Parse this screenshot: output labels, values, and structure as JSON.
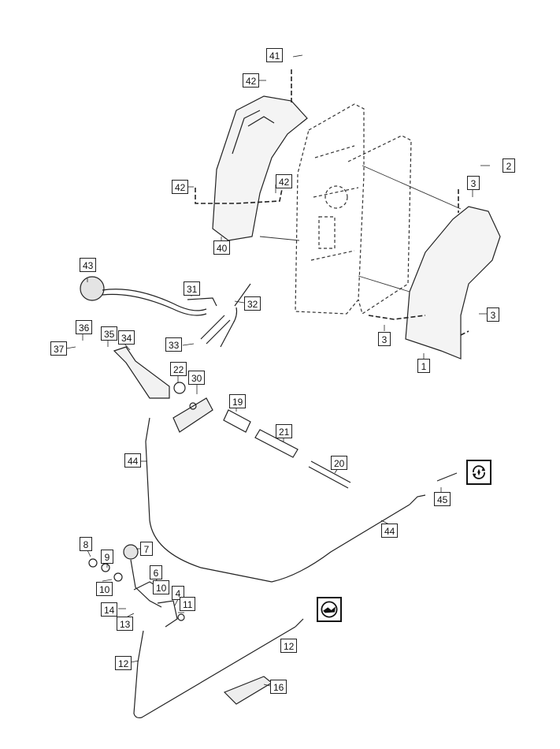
{
  "diagram": {
    "callouts": {
      "p1": "1",
      "p2": "2",
      "p3a": "3",
      "p3b": "3",
      "p3c": "3",
      "p4": "4",
      "p6": "6",
      "p7": "7",
      "p8": "8",
      "p9": "9",
      "p10a": "10",
      "p10b": "10",
      "p11": "11",
      "p12a": "12",
      "p12b": "12",
      "p13": "13",
      "p14": "14",
      "p16": "16",
      "p19": "19",
      "p20": "20",
      "p21": "21",
      "p22": "22",
      "p30": "30",
      "p31": "31",
      "p32": "32",
      "p33": "33",
      "p34": "34",
      "p35": "35",
      "p36": "36",
      "p37": "37",
      "p40": "40",
      "p41": "41",
      "p42a": "42",
      "p42b": "42",
      "p42c": "42",
      "p43": "43",
      "p44a": "44",
      "p44b": "44",
      "p45": "45"
    },
    "icons": {
      "rotation": "chute-rotation-icon",
      "auger": "auger-drive-icon"
    },
    "colors": {
      "line": "#222222",
      "background": "#ffffff"
    }
  }
}
